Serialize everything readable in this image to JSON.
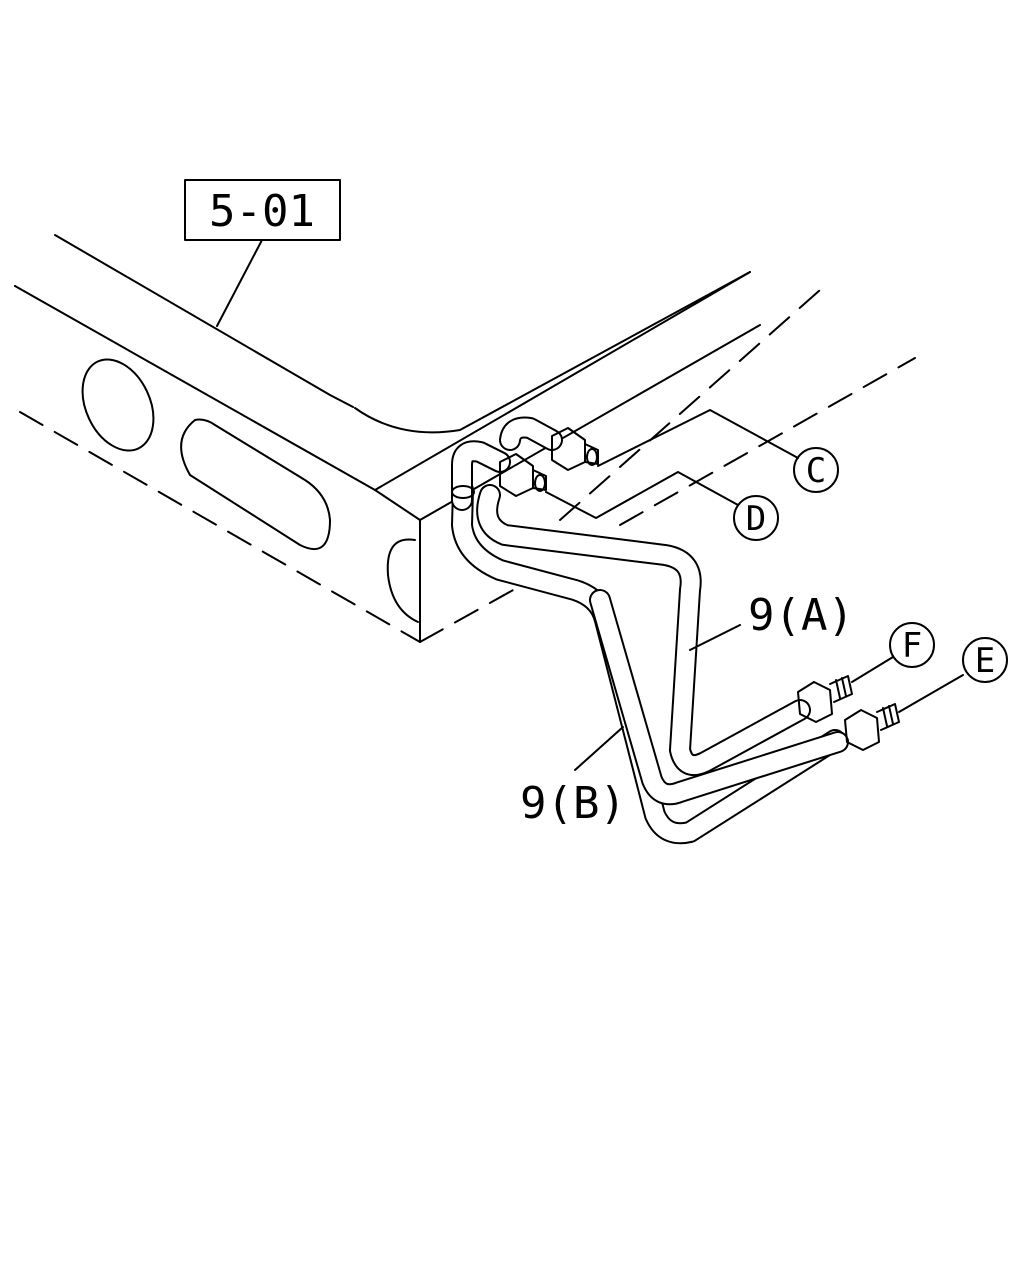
{
  "reference_box": {
    "label": "5-01"
  },
  "part_labels": {
    "pipe_a": "9(A)",
    "pipe_b": "9(B)"
  },
  "connection_points": {
    "c": "C",
    "d": "D",
    "e": "E",
    "f": "F"
  }
}
